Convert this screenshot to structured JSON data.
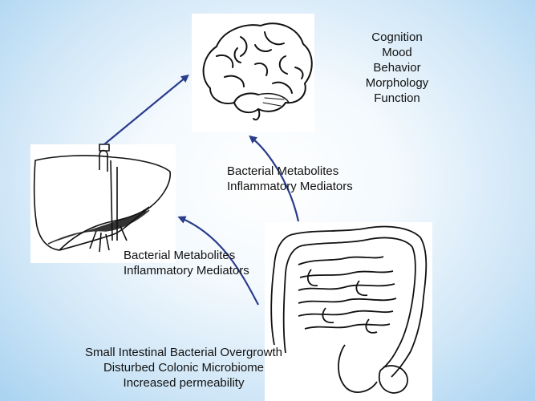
{
  "outcomes": [
    "Cognition",
    "Mood",
    "Behavior",
    "Morphology",
    "Function"
  ],
  "mediators_upper": [
    "Bacterial Metabolites",
    "Inflammatory Mediators"
  ],
  "mediators_lower": [
    "Bacterial Metabolites",
    "Inflammatory Mediators"
  ],
  "gut_conditions": [
    "Small Intestinal Bacterial Overgrowth",
    "Disturbed Colonic Microbiome",
    "Increased permeability"
  ],
  "colors": {
    "arrow": "#2a3c8c",
    "background": "#cfe6f7",
    "text": "#111111"
  },
  "icons": {
    "brain": "brain-illustration",
    "liver": "liver-illustration",
    "intestine": "intestine-illustration"
  }
}
